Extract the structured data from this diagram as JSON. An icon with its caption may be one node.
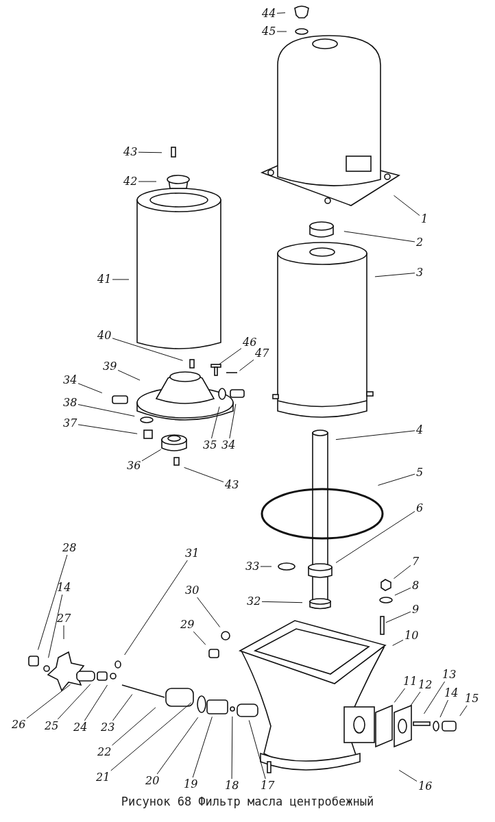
{
  "diagram": {
    "caption": "Рисунок 68 Фильтр масла центробежный",
    "nodes": [
      {
        "text": [
          "44"
        ]
      },
      {
        "text": [
          "45"
        ]
      },
      {
        "text": [
          "43"
        ]
      },
      {
        "text": [
          "42"
        ]
      },
      {
        "text": [
          "1"
        ]
      },
      {
        "text": [
          "2"
        ]
      },
      {
        "text": [
          "41"
        ]
      },
      {
        "text": [
          "3"
        ]
      },
      {
        "text": [
          "40"
        ]
      },
      {
        "text": [
          "46"
        ]
      },
      {
        "text": [
          "47"
        ]
      },
      {
        "text": [
          "39"
        ]
      },
      {
        "text": [
          "34"
        ]
      },
      {
        "text": [
          "38"
        ]
      },
      {
        "text": [
          "37"
        ]
      },
      {
        "text": [
          "36"
        ]
      },
      {
        "text": [
          "35"
        ]
      },
      {
        "text": [
          "34"
        ]
      },
      {
        "text": [
          "43"
        ]
      },
      {
        "text": [
          "4"
        ]
      },
      {
        "text": [
          "5"
        ]
      },
      {
        "text": [
          "6"
        ]
      },
      {
        "text": [
          "33"
        ]
      },
      {
        "text": [
          "7"
        ]
      },
      {
        "text": [
          "8"
        ]
      },
      {
        "text": [
          "28"
        ]
      },
      {
        "text": [
          "31"
        ]
      },
      {
        "text": [
          "32"
        ]
      },
      {
        "text": [
          "14"
        ]
      },
      {
        "text": [
          "30"
        ]
      },
      {
        "text": [
          "9"
        ]
      },
      {
        "text": [
          "27"
        ]
      },
      {
        "text": [
          "29"
        ]
      },
      {
        "text": [
          "10"
        ]
      },
      {
        "text": [
          "11"
        ]
      },
      {
        "text": [
          "12"
        ]
      },
      {
        "text": [
          "13"
        ]
      },
      {
        "text": [
          "14"
        ]
      },
      {
        "text": [
          "15"
        ]
      },
      {
        "text": [
          "26"
        ]
      },
      {
        "text": [
          "25"
        ]
      },
      {
        "text": [
          "24"
        ]
      },
      {
        "text": [
          "23"
        ]
      },
      {
        "text": [
          "22"
        ]
      },
      {
        "text": [
          "21"
        ]
      },
      {
        "text": [
          "20"
        ]
      },
      {
        "text": [
          "19"
        ]
      },
      {
        "text": [
          "18"
        ]
      },
      {
        "text": [
          "17"
        ]
      },
      {
        "text": [
          "16"
        ]
      }
    ],
    "edges": [
      {
        "from": 0,
        "to": null,
        "arrow": "none"
      },
      {
        "from": 1,
        "to": null,
        "arrow": "none"
      },
      {
        "from": 2,
        "to": null,
        "arrow": "none"
      },
      {
        "from": 3,
        "to": null,
        "arrow": "none"
      },
      {
        "from": 4,
        "to": null,
        "arrow": "none"
      },
      {
        "from": 5,
        "to": null,
        "arrow": "none"
      },
      {
        "from": 6,
        "to": null,
        "arrow": "none"
      },
      {
        "from": 7,
        "to": null,
        "arrow": "none"
      },
      {
        "from": 8,
        "to": null,
        "arrow": "none"
      },
      {
        "from": 9,
        "to": null,
        "arrow": "none"
      },
      {
        "from": 10,
        "to": null,
        "arrow": "none"
      },
      {
        "from": 11,
        "to": null,
        "arrow": "none"
      },
      {
        "from": 12,
        "to": null,
        "arrow": "none"
      },
      {
        "from": 13,
        "to": null,
        "arrow": "none"
      },
      {
        "from": 14,
        "to": null,
        "arrow": "none"
      },
      {
        "from": 15,
        "to": null,
        "arrow": "none"
      },
      {
        "from": 16,
        "to": null,
        "arrow": "none"
      },
      {
        "from": 17,
        "to": null,
        "arrow": "none"
      },
      {
        "from": 18,
        "to": null,
        "arrow": "none"
      },
      {
        "from": 19,
        "to": null,
        "arrow": "none"
      },
      {
        "from": 20,
        "to": null,
        "arrow": "none"
      },
      {
        "from": 21,
        "to": null,
        "arrow": "none"
      },
      {
        "from": 22,
        "to": null,
        "arrow": "none"
      },
      {
        "from": 23,
        "to": null,
        "arrow": "none"
      },
      {
        "from": 24,
        "to": null,
        "arrow": "none"
      },
      {
        "from": 25,
        "to": null,
        "arrow": "none"
      },
      {
        "from": 26,
        "to": null,
        "arrow": "none"
      },
      {
        "from": 27,
        "to": null,
        "arrow": "none"
      },
      {
        "from": 28,
        "to": null,
        "arrow": "none"
      },
      {
        "from": 29,
        "to": null,
        "arrow": "none"
      },
      {
        "from": 30,
        "to": null,
        "arrow": "none"
      },
      {
        "from": 31,
        "to": null,
        "arrow": "none"
      },
      {
        "from": 32,
        "to": null,
        "arrow": "none"
      },
      {
        "from": 33,
        "to": null,
        "arrow": "none"
      },
      {
        "from": 34,
        "to": null,
        "arrow": "none"
      },
      {
        "from": 35,
        "to": null,
        "arrow": "none"
      },
      {
        "from": 36,
        "to": null,
        "arrow": "none"
      },
      {
        "from": 37,
        "to": null,
        "arrow": "none"
      },
      {
        "from": 38,
        "to": null,
        "arrow": "none"
      },
      {
        "from": 39,
        "to": null,
        "arrow": "none"
      },
      {
        "from": 40,
        "to": null,
        "arrow": "none"
      },
      {
        "from": 41,
        "to": null,
        "arrow": "none"
      },
      {
        "from": 42,
        "to": null,
        "arrow": "none"
      },
      {
        "from": 43,
        "to": null,
        "arrow": "none"
      },
      {
        "from": 44,
        "to": null,
        "arrow": "none"
      },
      {
        "from": 45,
        "to": null,
        "arrow": "none"
      },
      {
        "from": 46,
        "to": null,
        "arrow": "none"
      },
      {
        "from": 47,
        "to": null,
        "arrow": "none"
      },
      {
        "from": 48,
        "to": null,
        "arrow": "none"
      },
      {
        "from": 49,
        "to": null,
        "arrow": "none"
      }
    ]
  }
}
